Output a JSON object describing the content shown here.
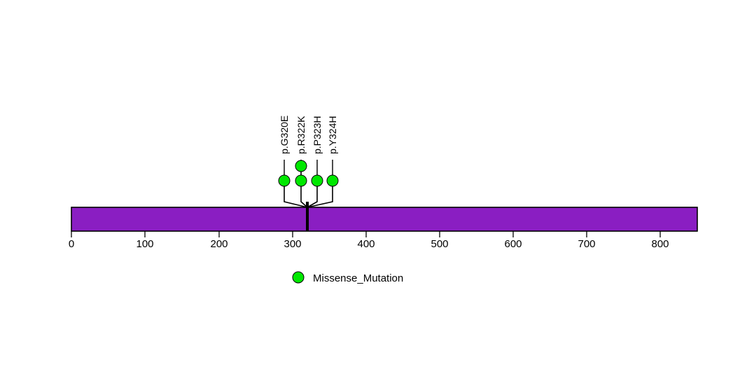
{
  "chart_data": {
    "type": "lollipop",
    "title": "",
    "xlabel": "",
    "ylabel": "",
    "xlim": [
      0,
      850
    ],
    "grid": false,
    "protein_track": {
      "label": "",
      "start": 0,
      "end": 850,
      "color": "#8A1EC2",
      "border_color": "#000000"
    },
    "axis": {
      "ticks": [
        0,
        100,
        200,
        300,
        400,
        500,
        600,
        700,
        800
      ],
      "tick_labels": [
        "0",
        "100",
        "200",
        "300",
        "400",
        "500",
        "600",
        "700",
        "800"
      ]
    },
    "site_marker": {
      "position": 320,
      "color": "#000000"
    },
    "mutations": [
      {
        "label": "p.G320E",
        "position": 288,
        "count": 1,
        "type": "Missense_Mutation",
        "color": "#00E800"
      },
      {
        "label": "p.R322K",
        "position": 311,
        "count": 2,
        "type": "Missense_Mutation",
        "color": "#00E800"
      },
      {
        "label": "p.P323H",
        "position": 333,
        "count": 1,
        "type": "Missense_Mutation",
        "color": "#00E800"
      },
      {
        "label": "p.Y324H",
        "position": 354,
        "count": 1,
        "type": "Missense_Mutation",
        "color": "#00E800"
      }
    ],
    "legend": {
      "position": "bottom",
      "entries": [
        {
          "label": "Missense_Mutation",
          "color": "#00E800",
          "marker": "circle"
        }
      ]
    }
  }
}
